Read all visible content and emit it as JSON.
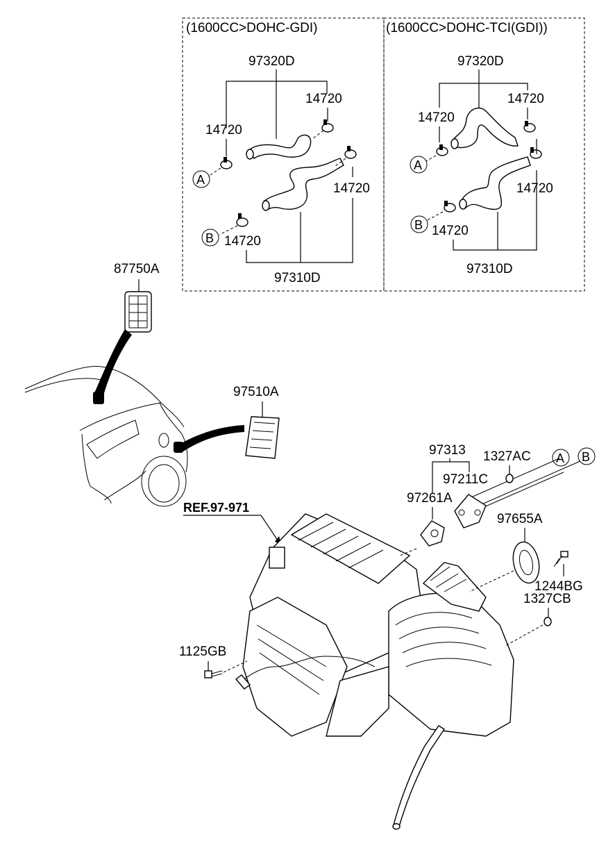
{
  "panels": {
    "left_title": "(1600CC>DOHC-GDI)",
    "right_title": "(1600CC>DOHC-TCI(GDI))"
  },
  "left_panel": {
    "upper_hose": "97320D",
    "clamp_top": "14720",
    "clamp_left": "14720",
    "clamp_right": "14720",
    "clamp_bottom": "14720",
    "lower_hose": "97310D",
    "marker_a": "A",
    "marker_b": "B"
  },
  "right_panel": {
    "upper_hose": "97320D",
    "clamp_top": "14720",
    "clamp_left": "14720",
    "clamp_right": "14720",
    "clamp_bottom": "14720",
    "lower_hose": "97310D",
    "marker_a": "A",
    "marker_b": "B"
  },
  "main": {
    "grille": "87750A",
    "vent": "97510A",
    "ref": "REF.97-971",
    "kit": "97313",
    "nut_top": "1327AC",
    "gasket": "97211C",
    "seal": "97261A",
    "grommet": "97655A",
    "bolt_right": "1244BG",
    "nut_right": "1327CB",
    "bolt_left": "1125GB",
    "marker_a": "A",
    "marker_b": "B"
  }
}
